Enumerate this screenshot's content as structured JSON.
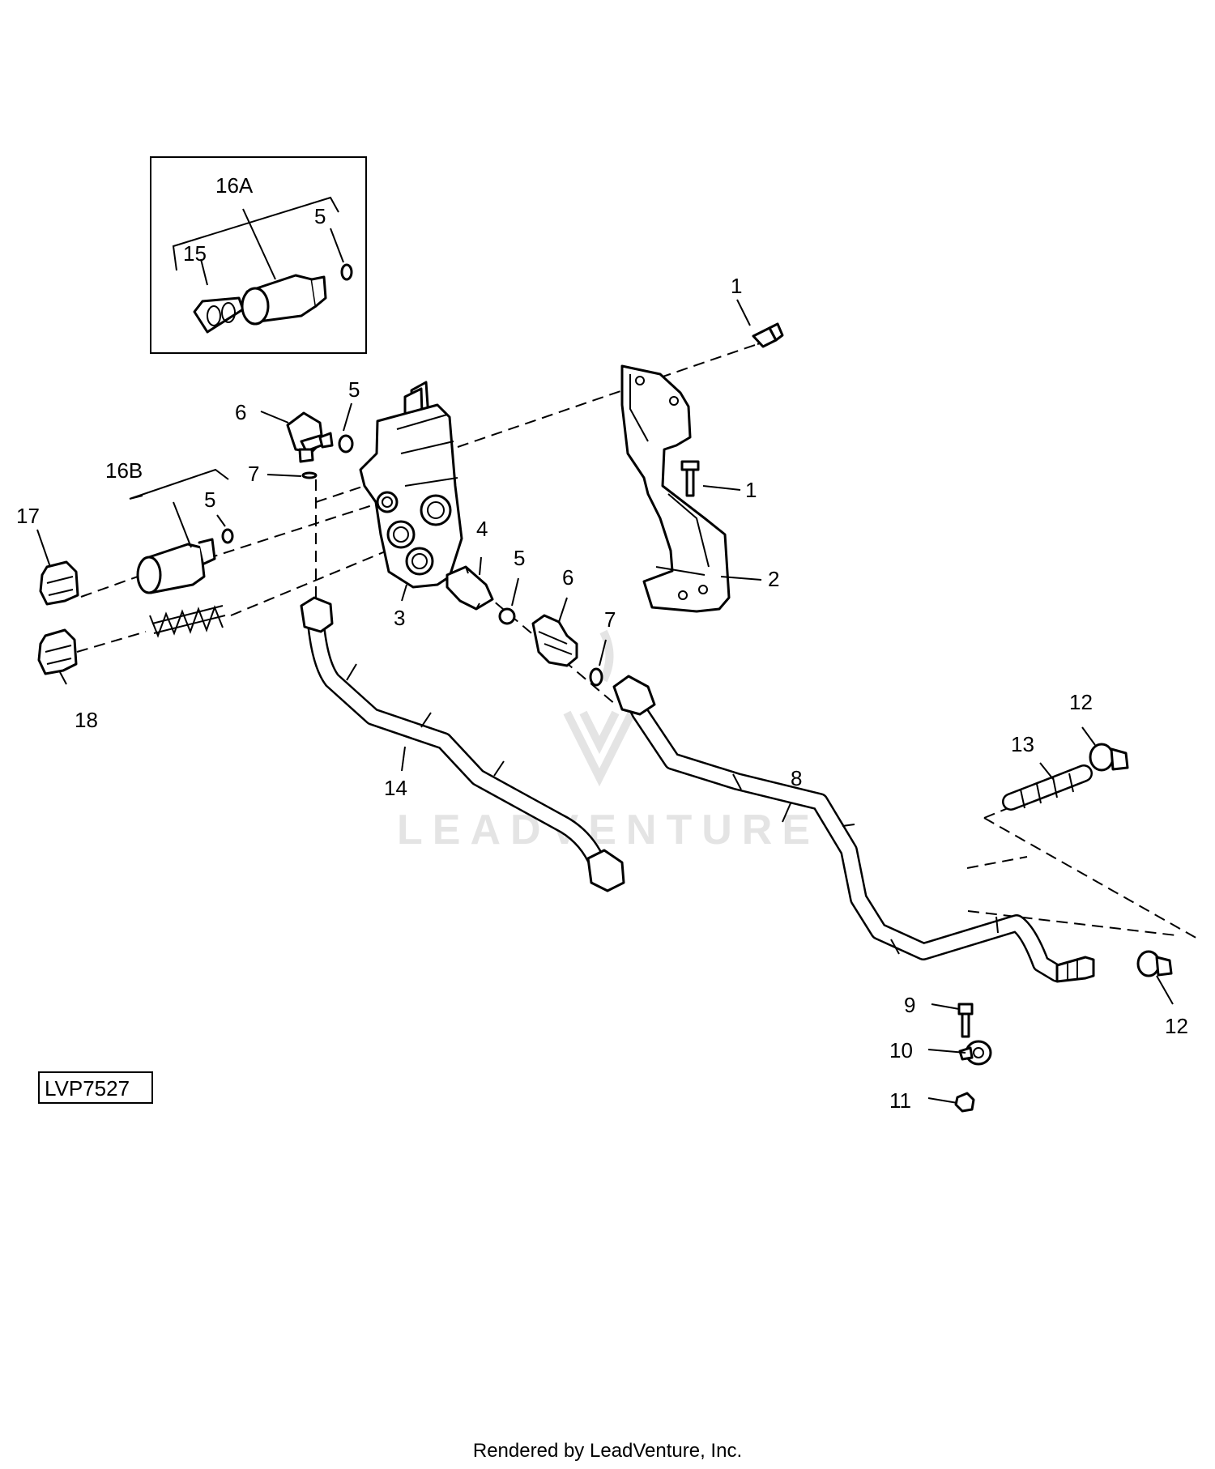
{
  "diagram": {
    "figure_id": "LVP7527",
    "watermark": "LEADVENTURE",
    "footer": "Rendered by LeadVenture, Inc.",
    "callouts": {
      "c16a": "16A",
      "c5_inset": "5",
      "c15": "15",
      "c1_top": "1",
      "c6_top": "6",
      "c5_top": "5",
      "c7_left": "7",
      "c1_mid": "1",
      "c16b": "16B",
      "c5_left": "5",
      "c17": "17",
      "c4": "4",
      "c5_mid": "5",
      "c6_mid": "6",
      "c2": "2",
      "c3": "3",
      "c7_mid": "7",
      "c18": "18",
      "c12_top": "12",
      "c13": "13",
      "c8": "8",
      "c14": "14",
      "c9": "9",
      "c10": "10",
      "c11": "11",
      "c12_bottom": "12"
    }
  }
}
